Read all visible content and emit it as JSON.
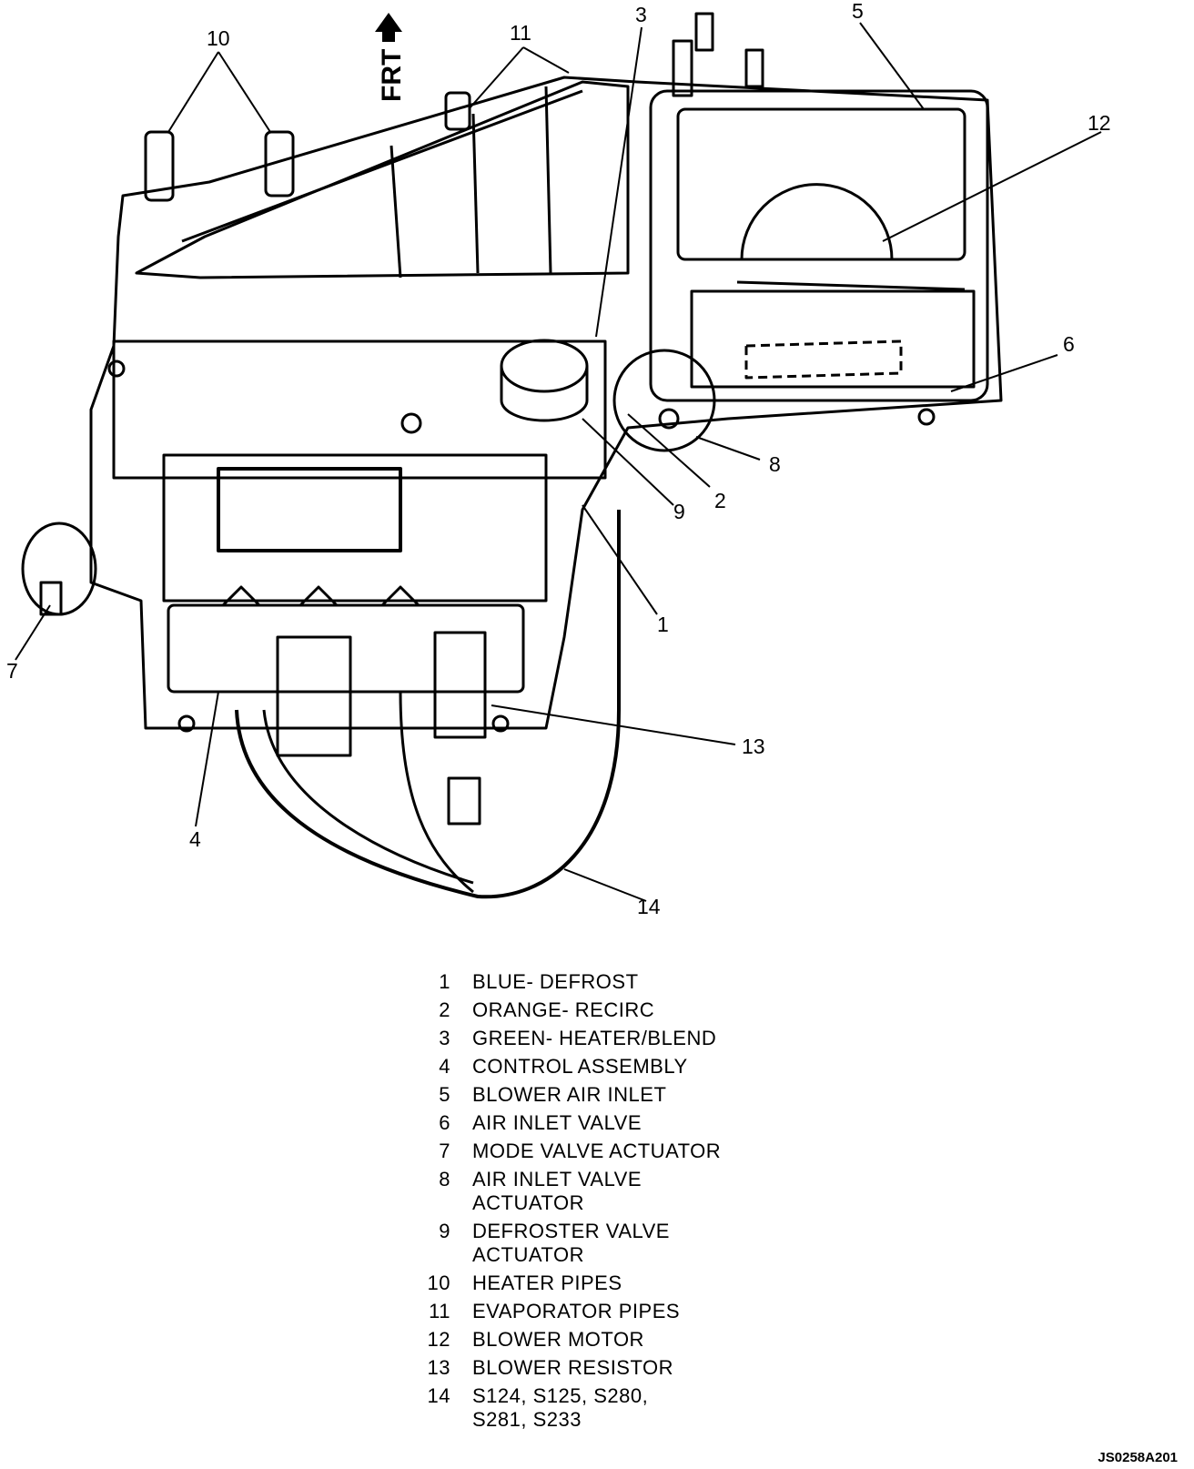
{
  "orientation": {
    "label": "FRT"
  },
  "callouts": [
    {
      "id": "1",
      "text": "1"
    },
    {
      "id": "2",
      "text": "2"
    },
    {
      "id": "3",
      "text": "3"
    },
    {
      "id": "4",
      "text": "4"
    },
    {
      "id": "5",
      "text": "5"
    },
    {
      "id": "6",
      "text": "6"
    },
    {
      "id": "7",
      "text": "7"
    },
    {
      "id": "8",
      "text": "8"
    },
    {
      "id": "9",
      "text": "9"
    },
    {
      "id": "10",
      "text": "10"
    },
    {
      "id": "11",
      "text": "11"
    },
    {
      "id": "12",
      "text": "12"
    },
    {
      "id": "13",
      "text": "13"
    },
    {
      "id": "14",
      "text": "14"
    }
  ],
  "legend": [
    {
      "num": "1",
      "text": "BLUE- DEFROST"
    },
    {
      "num": "2",
      "text": "ORANGE- RECIRC"
    },
    {
      "num": "3",
      "text": "GREEN- HEATER/BLEND"
    },
    {
      "num": "4",
      "text": "CONTROL ASSEMBLY"
    },
    {
      "num": "5",
      "text": "BLOWER AIR INLET"
    },
    {
      "num": "6",
      "text": "AIR INLET VALVE"
    },
    {
      "num": "7",
      "text": "MODE VALVE ACTUATOR"
    },
    {
      "num": "8",
      "text": "AIR INLET VALVE\nACTUATOR"
    },
    {
      "num": "9",
      "text": "DEFROSTER VALVE\nACTUATOR"
    },
    {
      "num": "10",
      "text": "HEATER PIPES"
    },
    {
      "num": "11",
      "text": "EVAPORATOR PIPES"
    },
    {
      "num": "12",
      "text": "BLOWER MOTOR"
    },
    {
      "num": "13",
      "text": "BLOWER RESISTOR"
    },
    {
      "num": "14",
      "text": "S124, S125, S280,\nS281, S233"
    }
  ],
  "figure_id": "JS0258A201"
}
